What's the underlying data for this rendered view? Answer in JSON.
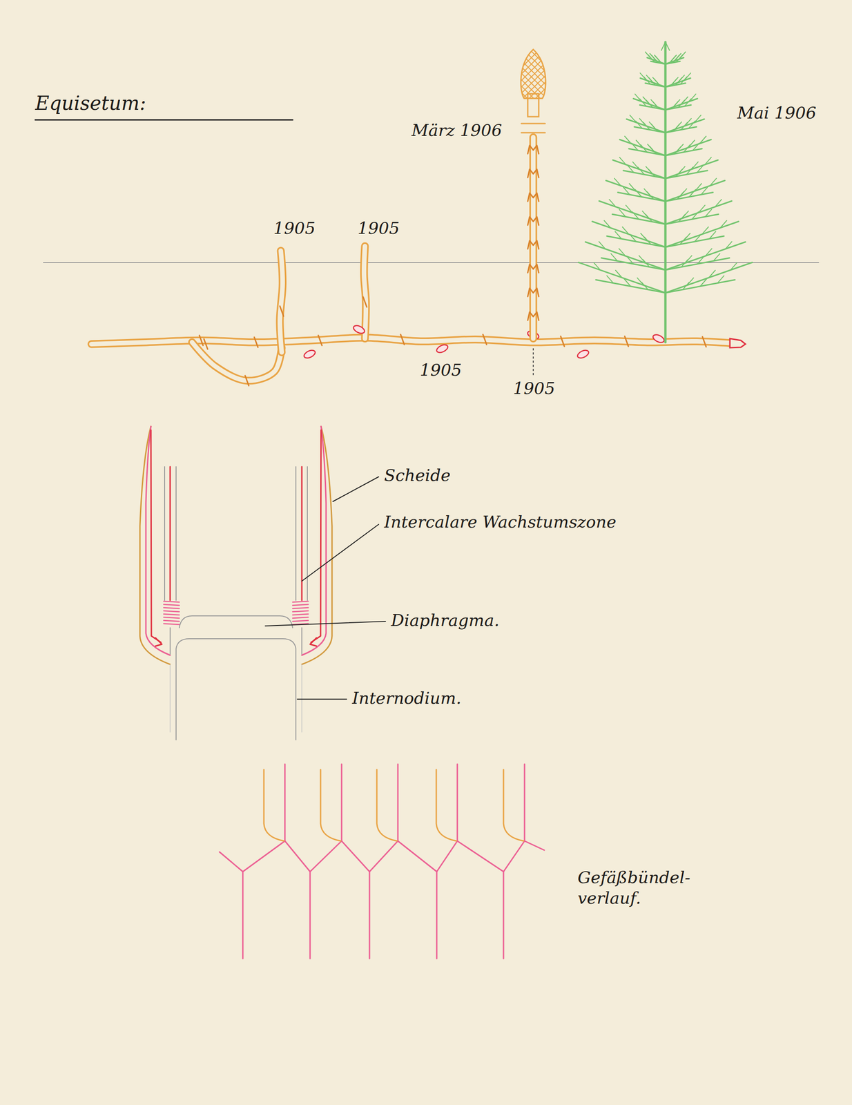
{
  "diagram": {
    "title": "Equisetum:",
    "labels": [
      "1905",
      "1905",
      "März 1906",
      "Mai 1906",
      "1905",
      "1905",
      "Scheide",
      "Intercalare Wachstumszone",
      "Diaphragma.",
      "Internodium.",
      "Gefäßbündel- verlauf."
    ]
  }
}
